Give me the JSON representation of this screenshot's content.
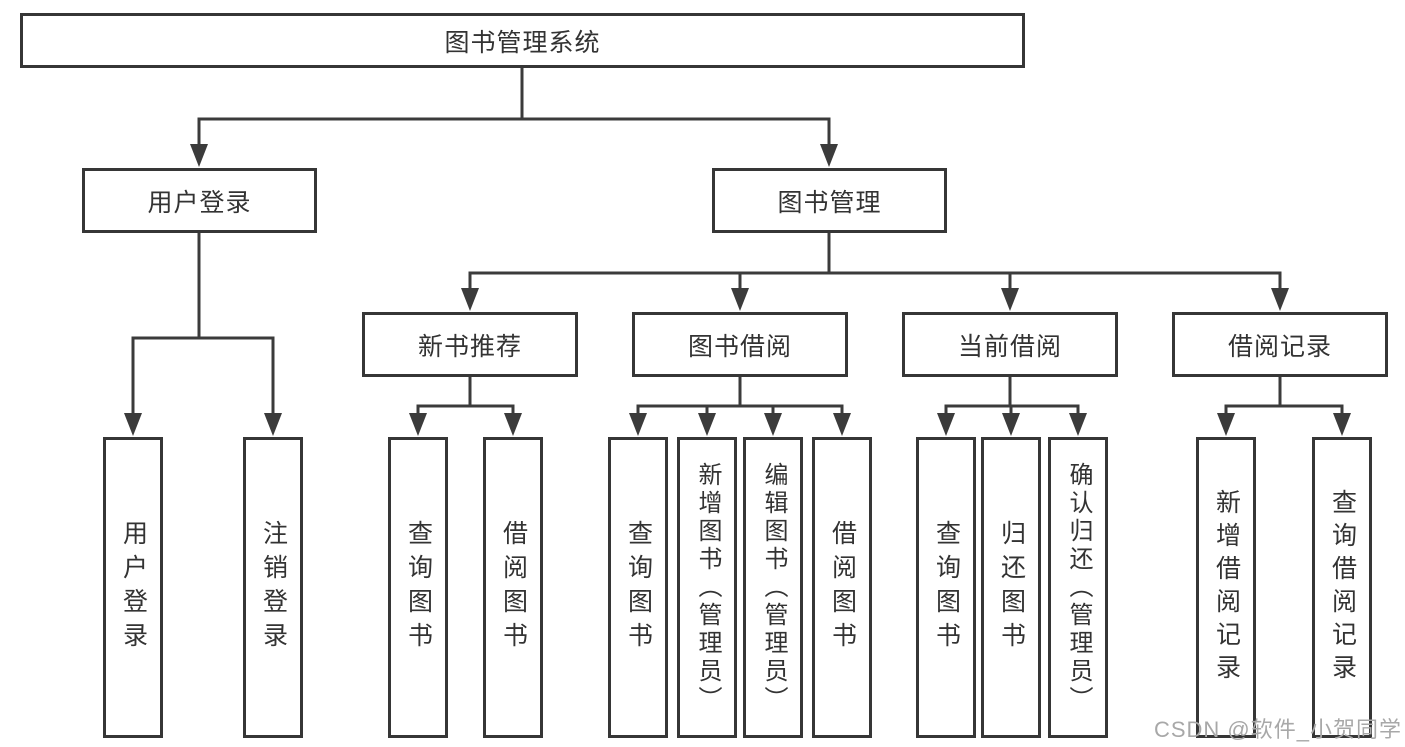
{
  "diagram_title": "图书管理系统",
  "tree": {
    "root": {
      "label": "图书管理系统"
    },
    "branches": [
      {
        "label": "用户登录",
        "children": [
          {
            "label": "用户登录"
          },
          {
            "label": "注销登录"
          }
        ]
      },
      {
        "label": "图书管理",
        "children": [
          {
            "label": "新书推荐",
            "children": [
              {
                "label": "查询图书"
              },
              {
                "label": "借阅图书"
              }
            ]
          },
          {
            "label": "图书借阅",
            "children": [
              {
                "label": "查询图书"
              },
              {
                "label": "新增图书（管理员）"
              },
              {
                "label": "编辑图书（管理员）"
              },
              {
                "label": "借阅图书"
              }
            ]
          },
          {
            "label": "当前借阅",
            "children": [
              {
                "label": "查询图书"
              },
              {
                "label": "归还图书"
              },
              {
                "label": "确认归还（管理员）"
              }
            ]
          },
          {
            "label": "借阅记录",
            "children": [
              {
                "label": "新增借阅记录"
              },
              {
                "label": "查询借阅记录"
              }
            ]
          }
        ]
      }
    ]
  },
  "watermark": "CSDN @软件_小贺同学",
  "colors": {
    "line": "#3b3b3b",
    "box_border": "#363636",
    "box_fill": "#ffffff",
    "text": "#333333",
    "watermark": "#a8a8a8",
    "background": "#ffffff"
  }
}
